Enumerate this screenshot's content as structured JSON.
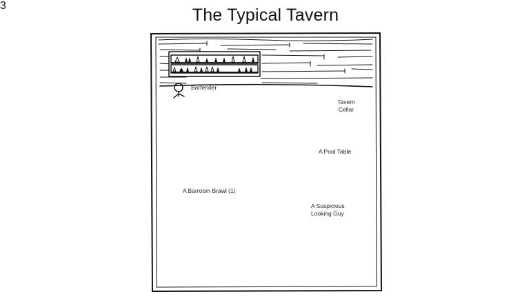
{
  "title": "The Typical Tavern",
  "labels": {
    "bartender": "Bartender",
    "cellar_line1": "Tavern",
    "cellar_line2": "Cellar",
    "pool_table": "A Pool Table",
    "brawl": "A Barroom Brawl (1)",
    "suspicious_line1": "A Suspicious",
    "suspicious_line2": "Looking Guy",
    "brawl_number": "3"
  },
  "colors": {
    "ink": "#111111",
    "background": "#ffffff",
    "wood_line": "#333333"
  }
}
